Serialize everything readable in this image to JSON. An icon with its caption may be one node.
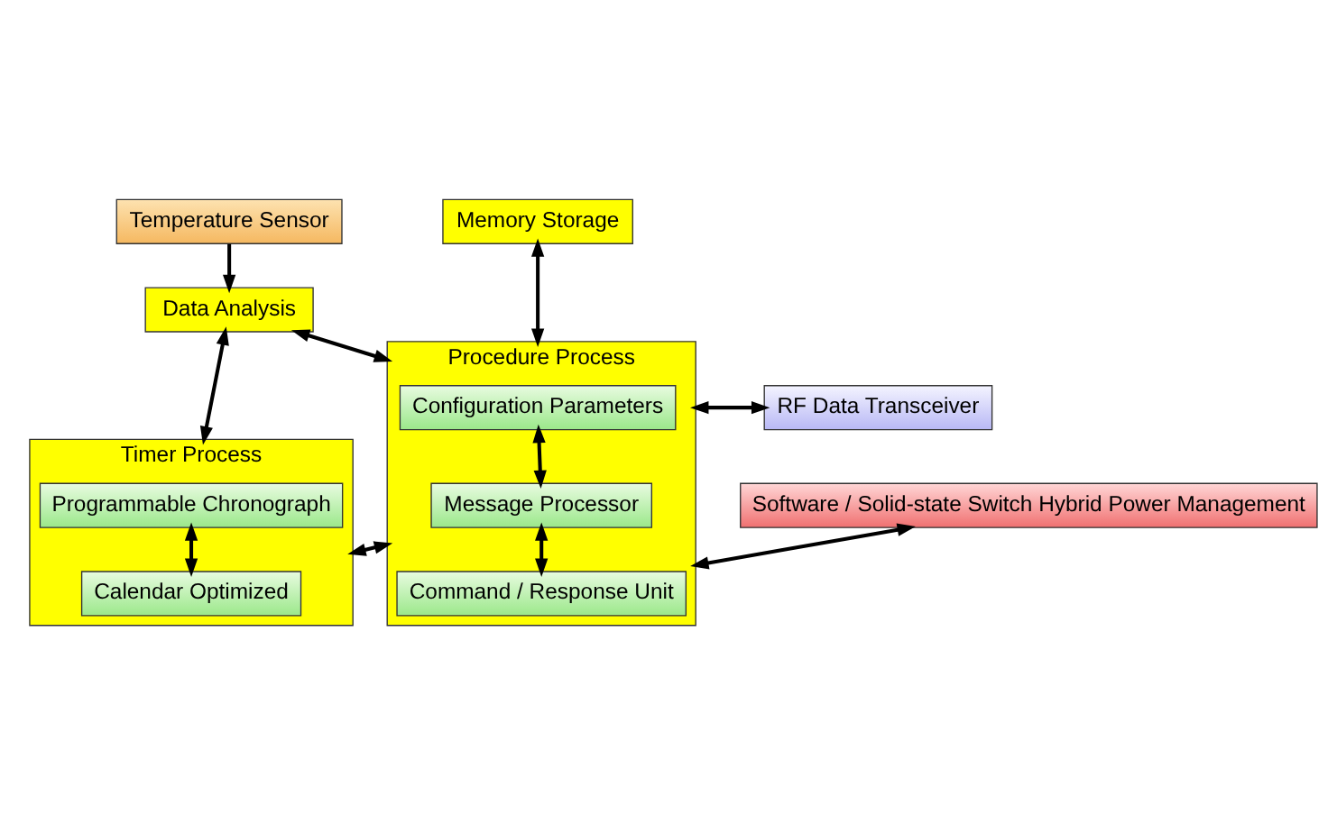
{
  "diagram": {
    "nodes": [
      {
        "text": [
          "Temperature Sensor"
        ]
      },
      {
        "text": [
          "Memory Storage"
        ]
      },
      {
        "text": [
          "Data Analysis"
        ]
      },
      {
        "text": [
          "Procedure Process"
        ]
      },
      {
        "text": [
          "Configuration Parameters"
        ],
        "in": 3
      },
      {
        "text": [
          "Message Processor"
        ],
        "in": 3
      },
      {
        "text": [
          "Command / Response Unit"
        ],
        "in": 3
      },
      {
        "text": [
          "RF Data Transceiver"
        ]
      },
      {
        "text": [
          "Timer Process"
        ]
      },
      {
        "text": [
          "Programmable Chronograph"
        ],
        "in": 8
      },
      {
        "text": [
          "Calendar Optimized"
        ],
        "in": 8
      },
      {
        "text": [
          "Software / Solid-state Switch Hybrid Power Management"
        ]
      }
    ],
    "edges": [
      {
        "from": 0,
        "to": 2,
        "arrow": "to"
      },
      {
        "from": 1,
        "to": 3,
        "arrow": "both"
      },
      {
        "from": 2,
        "to": 3,
        "arrow": "both"
      },
      {
        "from": 2,
        "to": 8,
        "arrow": "both"
      },
      {
        "from": 3,
        "to": 7,
        "arrow": "both"
      },
      {
        "from": 4,
        "to": 5,
        "arrow": "both"
      },
      {
        "from": 5,
        "to": 6,
        "arrow": "both"
      },
      {
        "from": 9,
        "to": 10,
        "arrow": "both"
      },
      {
        "from": 8,
        "to": 3,
        "arrow": "both"
      },
      {
        "from": 3,
        "to": 11,
        "arrow": "both"
      }
    ]
  }
}
